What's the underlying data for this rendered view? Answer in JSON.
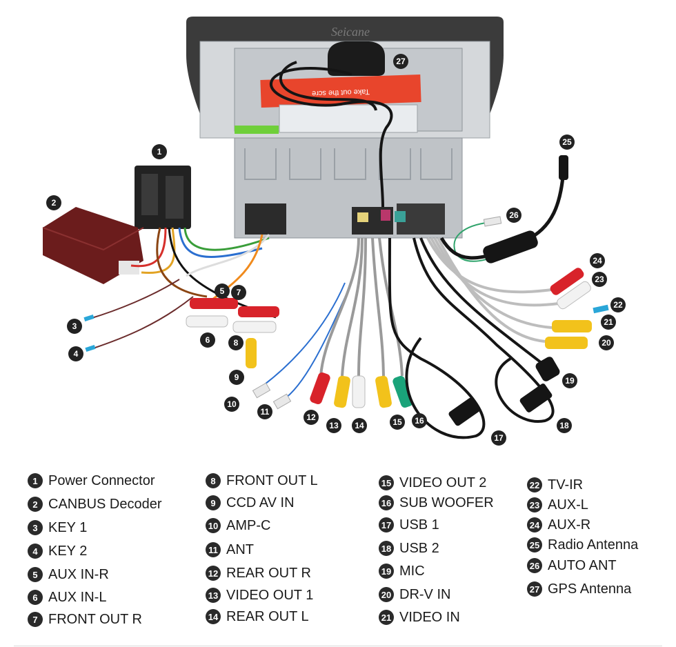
{
  "brand": "Seicane",
  "sticker_text": "Take out the scre",
  "legend": [
    {
      "num": "1",
      "label": "Power Connector"
    },
    {
      "num": "2",
      "label": "CANBUS Decoder"
    },
    {
      "num": "3",
      "label": "KEY 1"
    },
    {
      "num": "4",
      "label": "KEY 2"
    },
    {
      "num": "5",
      "label": "AUX IN-R"
    },
    {
      "num": "6",
      "label": "AUX IN-L"
    },
    {
      "num": "7",
      "label": "FRONT OUT R"
    },
    {
      "num": "8",
      "label": "FRONT OUT L"
    },
    {
      "num": "9",
      "label": "CCD AV IN"
    },
    {
      "num": "10",
      "label": "AMP-C"
    },
    {
      "num": "11",
      "label": "ANT"
    },
    {
      "num": "12",
      "label": "REAR OUT R"
    },
    {
      "num": "13",
      "label": "VIDEO OUT 1"
    },
    {
      "num": "14",
      "label": "REAR OUT L"
    },
    {
      "num": "15",
      "label": "VIDEO OUT 2"
    },
    {
      "num": "16",
      "label": "SUB WOOFER"
    },
    {
      "num": "17",
      "label": "USB 1"
    },
    {
      "num": "18",
      "label": "USB 2"
    },
    {
      "num": "19",
      "label": "MIC"
    },
    {
      "num": "20",
      "label": "DR-V IN"
    },
    {
      "num": "21",
      "label": "VIDEO IN"
    },
    {
      "num": "22",
      "label": "TV-IR"
    },
    {
      "num": "23",
      "label": "AUX-L"
    },
    {
      "num": "24",
      "label": "AUX-R"
    },
    {
      "num": "25",
      "label": "Radio Antenna"
    },
    {
      "num": "26",
      "label": "AUTO ANT"
    },
    {
      "num": "27",
      "label": "GPS Antenna"
    }
  ],
  "callout_tags": {
    "c1": "1",
    "c2": "2",
    "c3": "3",
    "c4": "4",
    "c5": "5",
    "c6": "6",
    "c7": "7",
    "c8": "8",
    "c9": "9",
    "c10": "10",
    "c11": "11",
    "c12": "12",
    "c13": "13",
    "c14": "14",
    "c15": "15",
    "c16": "16",
    "c17": "17",
    "c18": "18",
    "c19": "19",
    "c20": "20",
    "c21": "21",
    "c22": "22",
    "c23": "23",
    "c24": "24",
    "c25": "25",
    "c26": "26",
    "c27": "27"
  },
  "colors": {
    "red_rca": "#d8232a",
    "white_rca": "#f2f2f2",
    "yellow_rca": "#f2c21b",
    "green_rca": "#1aa37a",
    "decoder": "#6b1c1c",
    "unit_metal": "#c9ccd0",
    "sticker": "#e8452c",
    "cable": "#151515"
  }
}
